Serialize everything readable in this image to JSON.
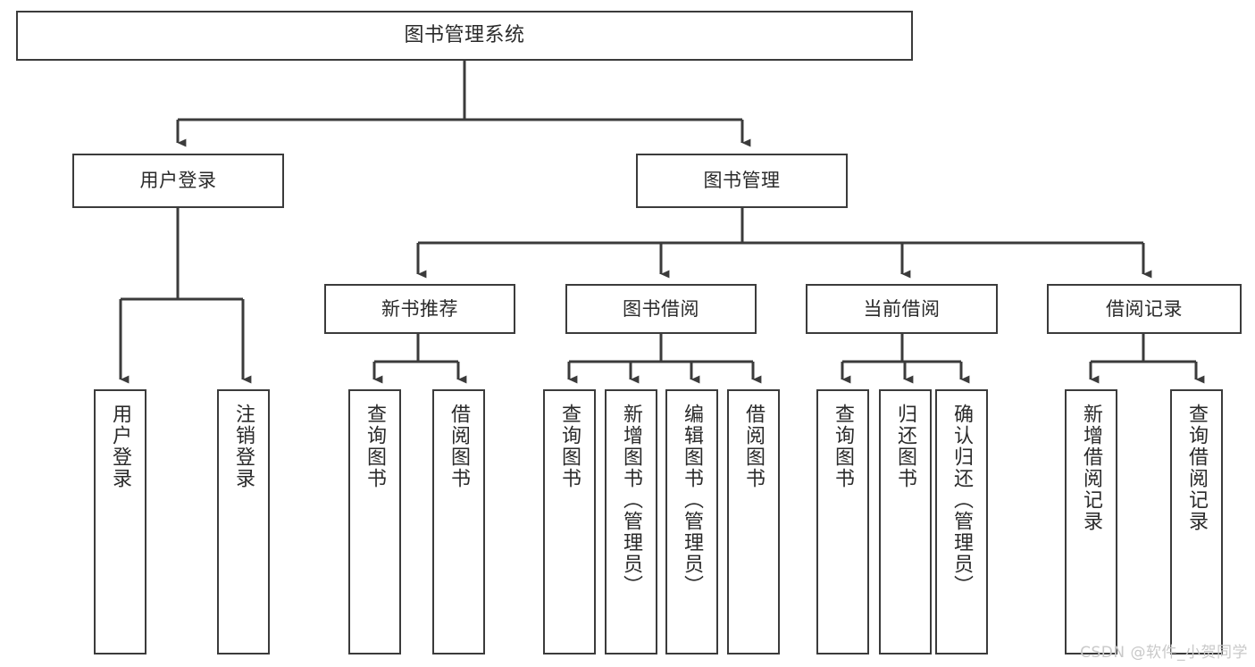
{
  "diagram": {
    "title": "图书管理系统",
    "watermark": "CSDN @软件_小贺同学",
    "line_color": "#3b3b3b",
    "background_color": "#ffffff",
    "text_color": "#2a2a2a",
    "nodes": {
      "root": {
        "label": "图书管理系统"
      },
      "level1": [
        {
          "id": "user-login",
          "label": "用户登录"
        },
        {
          "id": "book-manage",
          "label": "图书管理"
        }
      ],
      "level2": [
        {
          "id": "new-book-recommend",
          "label": "新书推荐"
        },
        {
          "id": "book-borrow",
          "label": "图书借阅"
        },
        {
          "id": "current-borrow",
          "label": "当前借阅"
        },
        {
          "id": "borrow-record",
          "label": "借阅记录"
        }
      ],
      "leaves": {
        "user-login": [
          {
            "id": "leaf-user-login",
            "label": "用户登录"
          },
          {
            "id": "leaf-user-logout",
            "label": "注销登录"
          }
        ],
        "new-book-recommend": [
          {
            "id": "leaf-query-book-1",
            "label": "查询图书"
          },
          {
            "id": "leaf-borrow-book-1",
            "label": "借阅图书"
          }
        ],
        "book-borrow": [
          {
            "id": "leaf-query-book-2",
            "label": "查询图书"
          },
          {
            "id": "leaf-add-book",
            "label": "新增图书（管理员）"
          },
          {
            "id": "leaf-edit-book",
            "label": "编辑图书（管理员）"
          },
          {
            "id": "leaf-borrow-book-2",
            "label": "借阅图书"
          }
        ],
        "current-borrow": [
          {
            "id": "leaf-query-book-3",
            "label": "查询图书"
          },
          {
            "id": "leaf-return-book",
            "label": "归还图书"
          },
          {
            "id": "leaf-confirm-return",
            "label": "确认归还（管理员）"
          }
        ],
        "borrow-record": [
          {
            "id": "leaf-add-record",
            "label": "新增借阅记录"
          },
          {
            "id": "leaf-query-record",
            "label": "查询借阅记录"
          }
        ]
      }
    }
  }
}
